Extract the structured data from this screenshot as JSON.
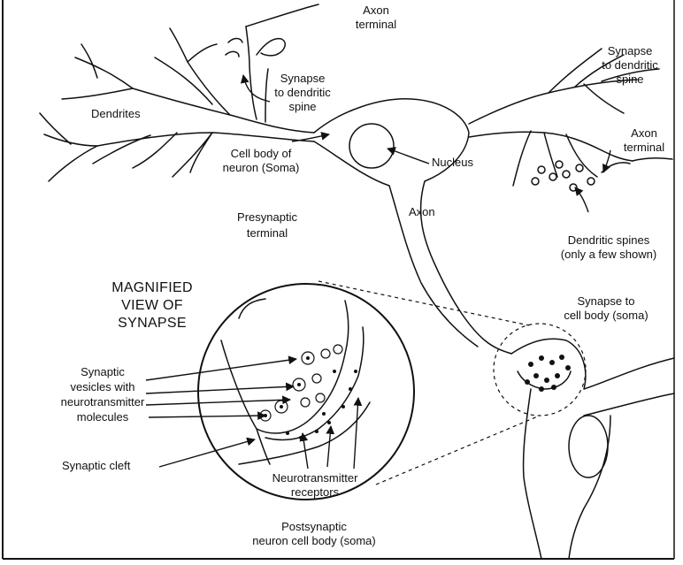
{
  "labels": {
    "axon_terminal_top": [
      "Axon",
      "terminal"
    ],
    "synapse_dendritic_left": [
      "Synapse",
      "to dendritic",
      "spine"
    ],
    "dendrites": "Dendrites",
    "synapse_dendritic_right": [
      "Synapse",
      "to dendritic",
      "spine"
    ],
    "axon_terminal_right": [
      "Axon",
      "terminal"
    ],
    "cell_body": [
      "Cell body of",
      "neuron (Soma)"
    ],
    "nucleus": "Nucleus",
    "axon": "Axon",
    "presynaptic": [
      "Presynaptic",
      "terminal"
    ],
    "dendritic_spines": [
      "Dendritic spines",
      "(only a few shown)"
    ],
    "magnified": [
      "MAGNIFIED",
      "VIEW OF",
      "SYNAPSE"
    ],
    "synapse_cell_body": [
      "Synapse to",
      "cell body (soma)"
    ],
    "vesicles": [
      "Synaptic",
      "vesicles with",
      "neurotransmitter",
      "molecules"
    ],
    "cleft": "Synaptic cleft",
    "receptors": [
      "Neurotransmitter",
      "receptors"
    ],
    "postsynaptic": [
      "Postsynaptic",
      "neuron cell body (soma)"
    ]
  }
}
